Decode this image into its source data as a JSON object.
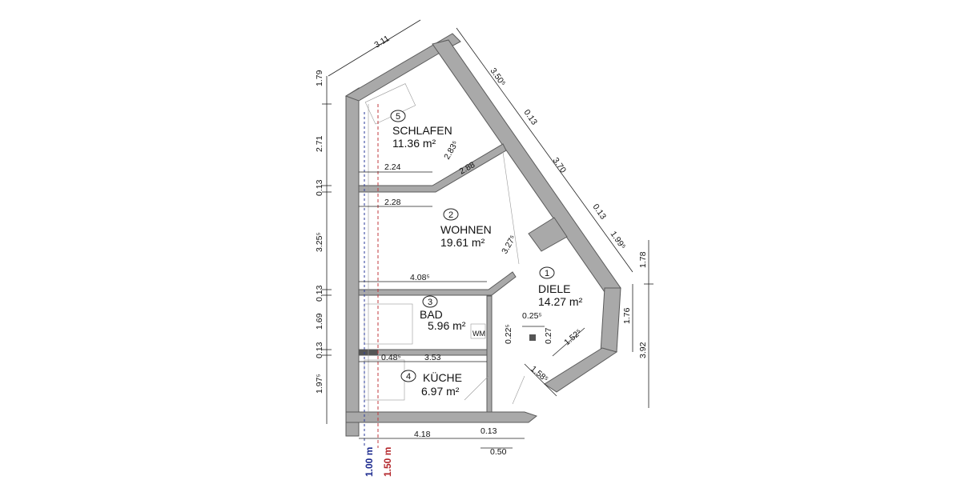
{
  "rooms": [
    {
      "number": "5",
      "name": "SCHLAFEN",
      "area": "11.36 m²"
    },
    {
      "number": "2",
      "name": "WOHNEN",
      "area": "19.61 m²"
    },
    {
      "number": "1",
      "name": "DIELE",
      "area": "14.27 m²"
    },
    {
      "number": "3",
      "name": "BAD",
      "area": "5.96 m²"
    },
    {
      "number": "4",
      "name": "KÜCHE",
      "area": "6.97 m²"
    }
  ],
  "dimensions": {
    "top_311": "3.11",
    "diag_350": "3.50⁵",
    "diag_013a": "0.13",
    "diag_370": "3.70",
    "diag_013b": "0.13",
    "diag_199": "1.99⁵",
    "left_179": "1.79",
    "left_271": "2.71",
    "left_013a": "0.13",
    "left_325": "3.25⁵",
    "left_013b": "0.13",
    "left_169": "1.69",
    "left_013c": "0.13",
    "left_197": "1.97⁵",
    "right_178": "1.78",
    "right_176": "1.76",
    "right_392": "3.92",
    "inner_224": "2.24",
    "inner_283": "2.83⁵",
    "inner_288": "2.88",
    "inner_228": "2.28",
    "inner_327": "3.27⁵",
    "inner_408": "4.08⁵",
    "inner_025": "0.25⁵",
    "inner_022": "0.22⁵",
    "inner_027": "0.27",
    "inner_152": "1.52⁵",
    "inner_158": "1.58⁵",
    "inner_048": "0.48⁵",
    "inner_353": "3.53",
    "bottom_418": "4.18",
    "bottom_013": "0.13",
    "bottom_050": "0.50",
    "wm_label": "WM"
  },
  "height_marks": {
    "blue": "1.00 m",
    "red": "1.50 m"
  },
  "colors": {
    "wall": "#a9a9a9",
    "blue_line": "#2a3a9a",
    "red_line": "#c0383c"
  }
}
